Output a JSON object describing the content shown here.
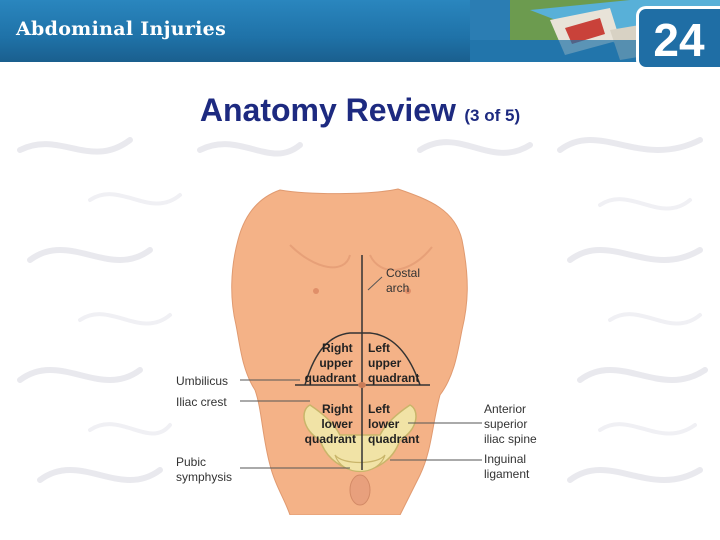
{
  "header": {
    "title": "Abdominal Injuries",
    "chapter": "24"
  },
  "slide": {
    "title": "Anatomy Review",
    "subtitle": "(3 of 5)"
  },
  "diagram": {
    "labels": {
      "costal_arch": [
        "Costal",
        "arch"
      ],
      "umbilicus": "Umbilicus",
      "iliac_crest": "Iliac crest",
      "pubic_symphysis": [
        "Pubic",
        "symphysis"
      ],
      "anterior_superior_iliac_spine": [
        "Anterior",
        "superior",
        "iliac spine"
      ],
      "inguinal_ligament": [
        "Inguinal",
        "ligament"
      ]
    },
    "quadrants": {
      "right_upper": [
        "Right",
        "upper",
        "quadrant"
      ],
      "left_upper": [
        "Left",
        "upper",
        "quadrant"
      ],
      "right_lower": [
        "Right",
        "lower",
        "quadrant"
      ],
      "left_lower": [
        "Left",
        "lower",
        "quadrant"
      ]
    }
  },
  "colors": {
    "banner": "#1f72a8",
    "title_text": "#1d2a80",
    "skin": "#f4b287",
    "pelvis": "#f1e3a6"
  }
}
